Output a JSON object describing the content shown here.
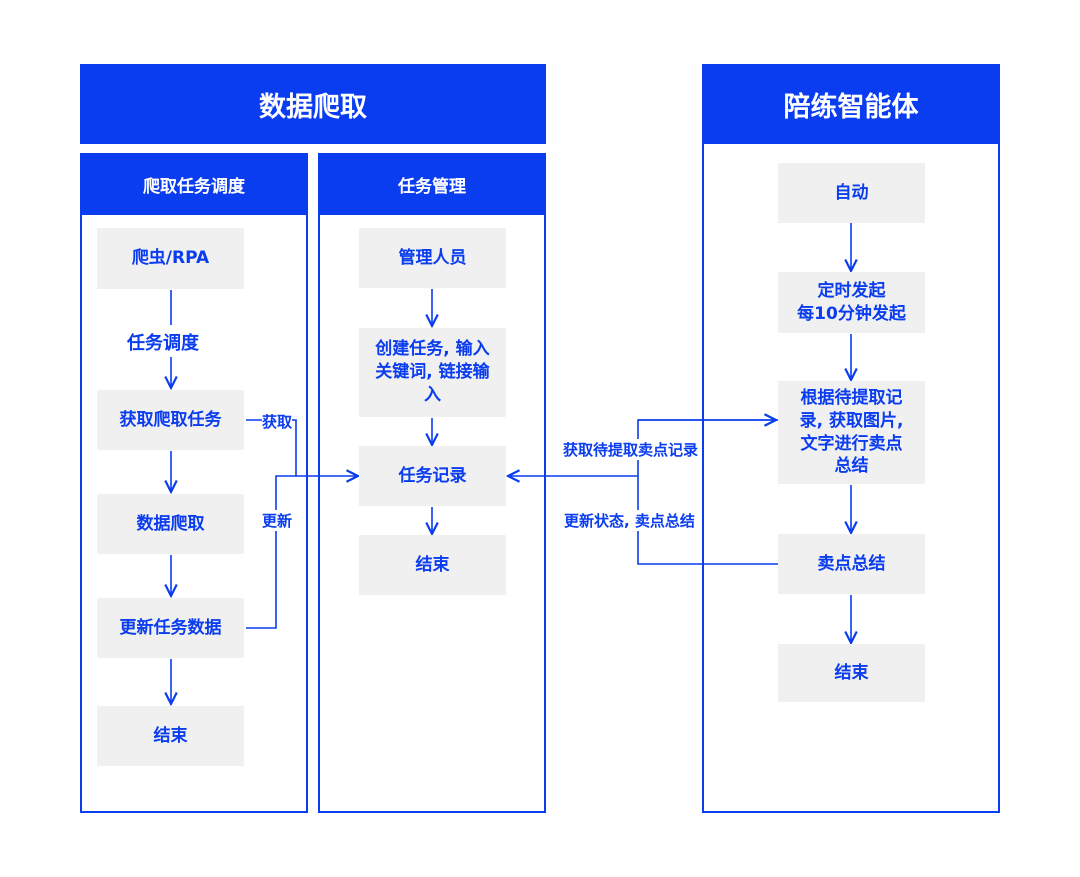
{
  "sections": {
    "data_crawl": "数据爬取",
    "training_agent": "陪练智能体"
  },
  "lanes": {
    "crawl_schedule": "爬取任务调度",
    "task_management": "任务管理"
  },
  "crawl_steps": {
    "crawler": "爬虫/RPA",
    "dispatch": "任务调度",
    "get_task": "获取爬取任务",
    "crawl": "数据爬取",
    "update": "更新任务数据",
    "end": "结束"
  },
  "task_steps": {
    "admin": "管理人员",
    "create": "创建任务, 输入关键词, 链接输入",
    "record": "任务记录",
    "end": "结束"
  },
  "agent_steps": {
    "auto": "自动",
    "timer_line1": "定时发起",
    "timer_line2": "每10分钟发起",
    "extract": "根据待提取记录, 获取图片, 文字进行卖点总结",
    "summary": "卖点总结",
    "end": "结束"
  },
  "edge_labels": {
    "fetch": "获取",
    "update": "更新",
    "get_pending": "获取待提取卖点记录",
    "update_status": "更新状态, 卖点总结"
  },
  "colors": {
    "accent": "#0a3cf0",
    "box_fill": "#f0f0f0"
  }
}
